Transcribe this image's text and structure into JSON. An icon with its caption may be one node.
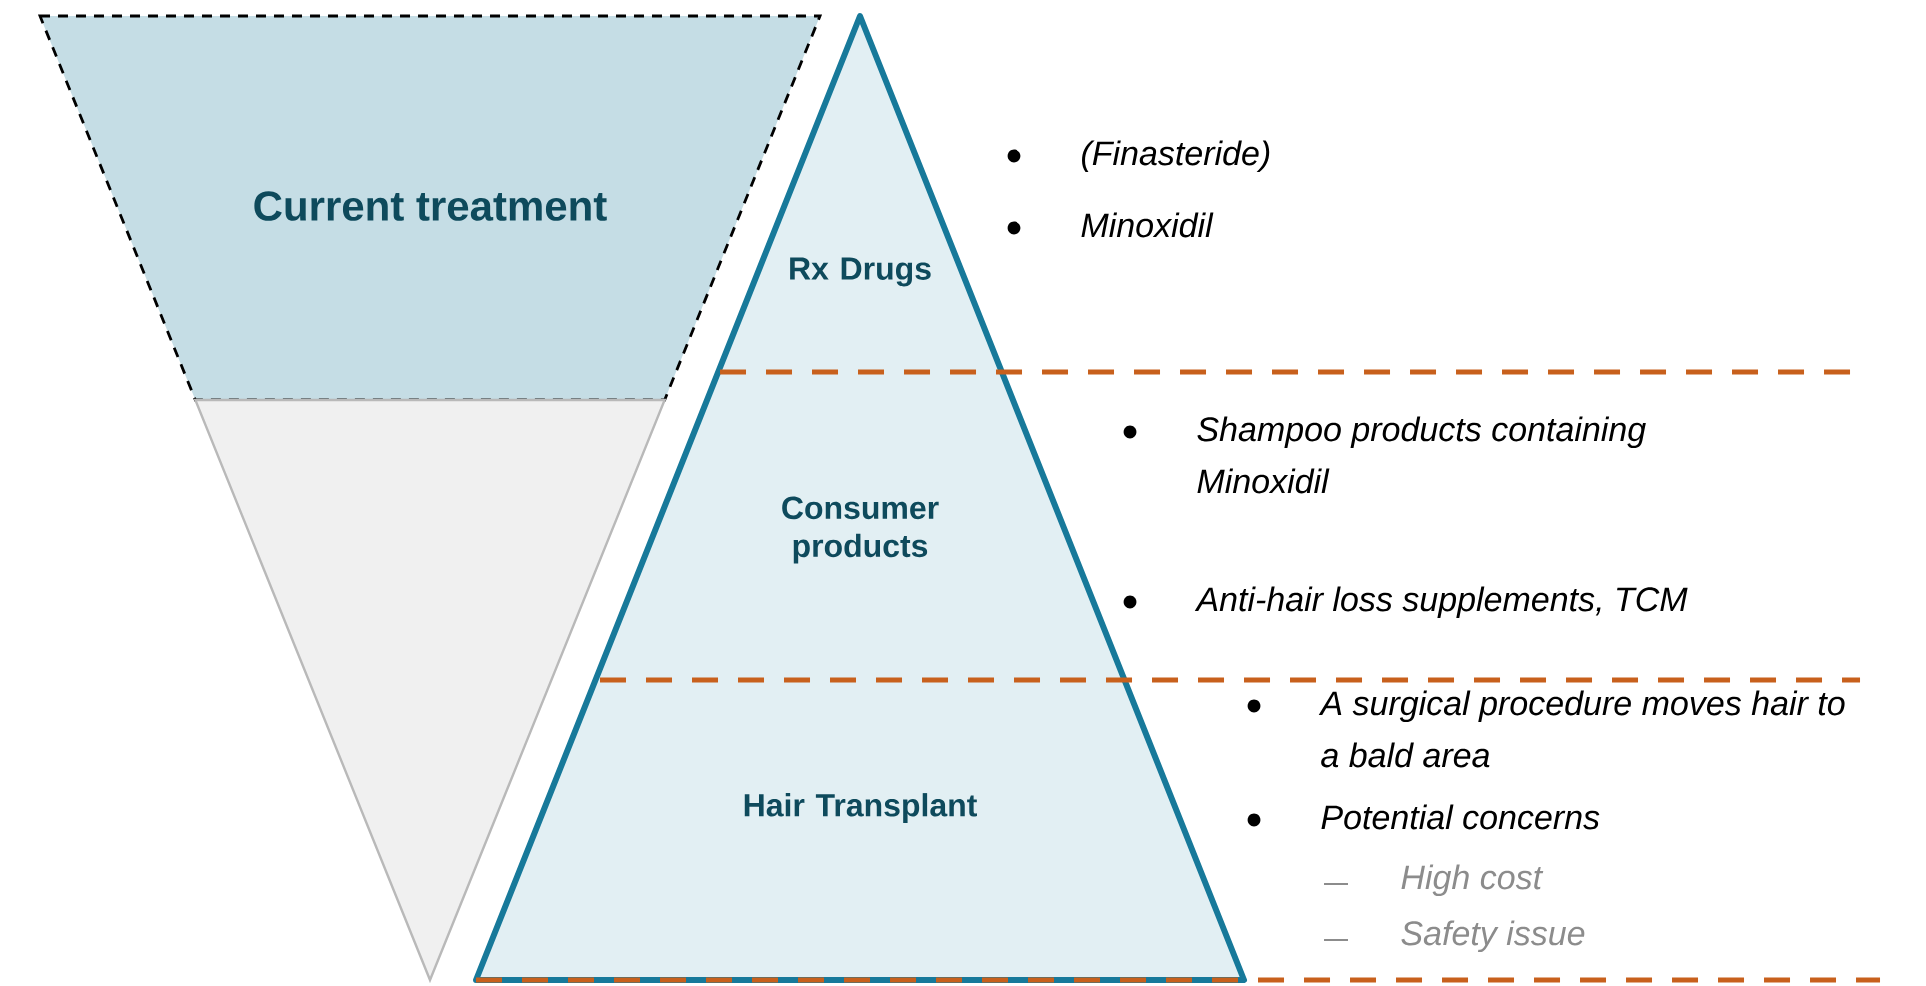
{
  "diagram": {
    "nodes": [
      {
        "text": [
          "Current treatment"
        ]
      },
      {
        "text": [],
        "shape": "triangle"
      },
      {
        "text": [
          "Rx Drugs"
        ],
        "beside": [
          "(Finasteride)",
          "Minoxidil"
        ]
      },
      {
        "text": [
          "Consumer products"
        ],
        "beside": [
          "Shampoo products containing Minoxidil",
          "Anti-hair loss supplements, TCM"
        ]
      },
      {
        "text": [
          "Hair Transplant"
        ],
        "beside": [
          "A surgical procedure moves hair to a bald area",
          "Potential concerns",
          "High cost",
          "Safety issue"
        ]
      }
    ]
  }
}
